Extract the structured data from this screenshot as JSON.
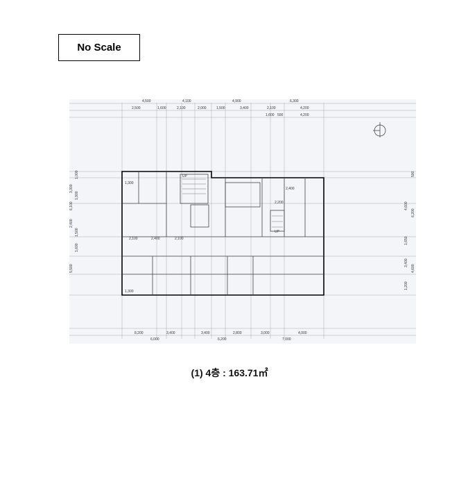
{
  "header": {
    "scale_note": "No Scale"
  },
  "caption": "(1) 4층 : 163.71㎡",
  "plan": {
    "top_dims_row1": [
      "4,500",
      "4,100",
      "4,900",
      "6,300"
    ],
    "top_dims_row2": [
      "2,500",
      "1,600",
      "2,100",
      "2,000",
      "1,500",
      "3,400",
      "2,100",
      "4,200"
    ],
    "top_dims_row3": [
      "1,600",
      "500",
      "4,200"
    ],
    "bottom_dims_row1": [
      "8,200",
      "3,400",
      "3,400",
      "2,800",
      "3,000",
      "4,000"
    ],
    "bottom_dims_row2": [
      "6,000",
      "6,200",
      "7,000"
    ],
    "left_dims": [
      "3,300",
      "1,000",
      "6,100",
      "1,900",
      "2,400",
      "1,500",
      "1,600",
      "5,500"
    ],
    "right_dims": [
      "500",
      "4,600",
      "6,200",
      "1,650",
      "3,400",
      "4,600",
      "1,200"
    ],
    "interior_dims": [
      "1,300",
      "2,100",
      "2,400",
      "2,100",
      "2,400",
      "2,200",
      "1,300"
    ],
    "stair_labels": [
      "UP",
      "UP"
    ]
  }
}
